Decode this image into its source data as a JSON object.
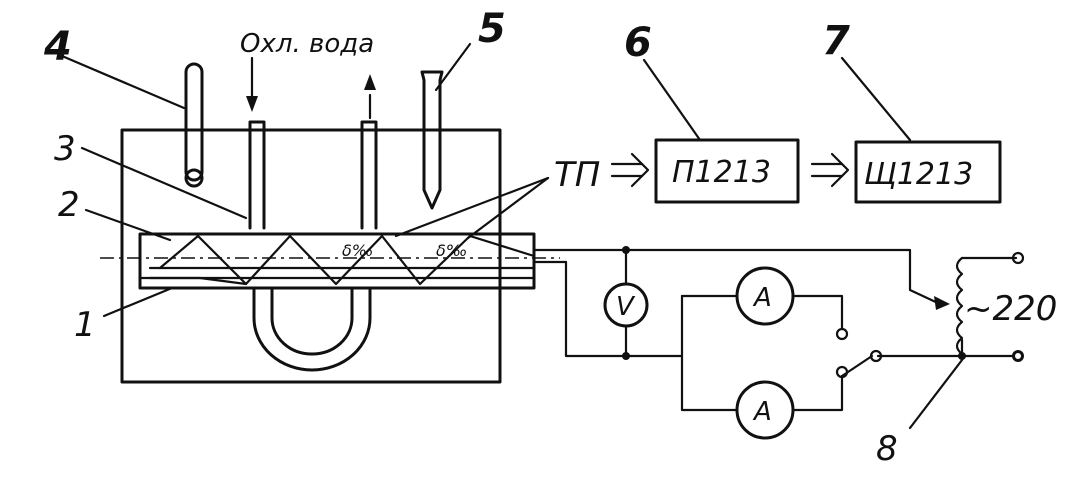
{
  "labels": {
    "n1": "1",
    "n2": "2",
    "n3": "3",
    "n4": "4",
    "n5": "5",
    "n6": "6",
    "n7": "7",
    "n8": "8",
    "water": "Охл. вода",
    "tp": "ТП",
    "block6": "П1213",
    "block7": "Щ1213",
    "voltmeter": "V",
    "ammeter_top": "A",
    "ammeter_bottom": "A",
    "supply": "~220"
  }
}
